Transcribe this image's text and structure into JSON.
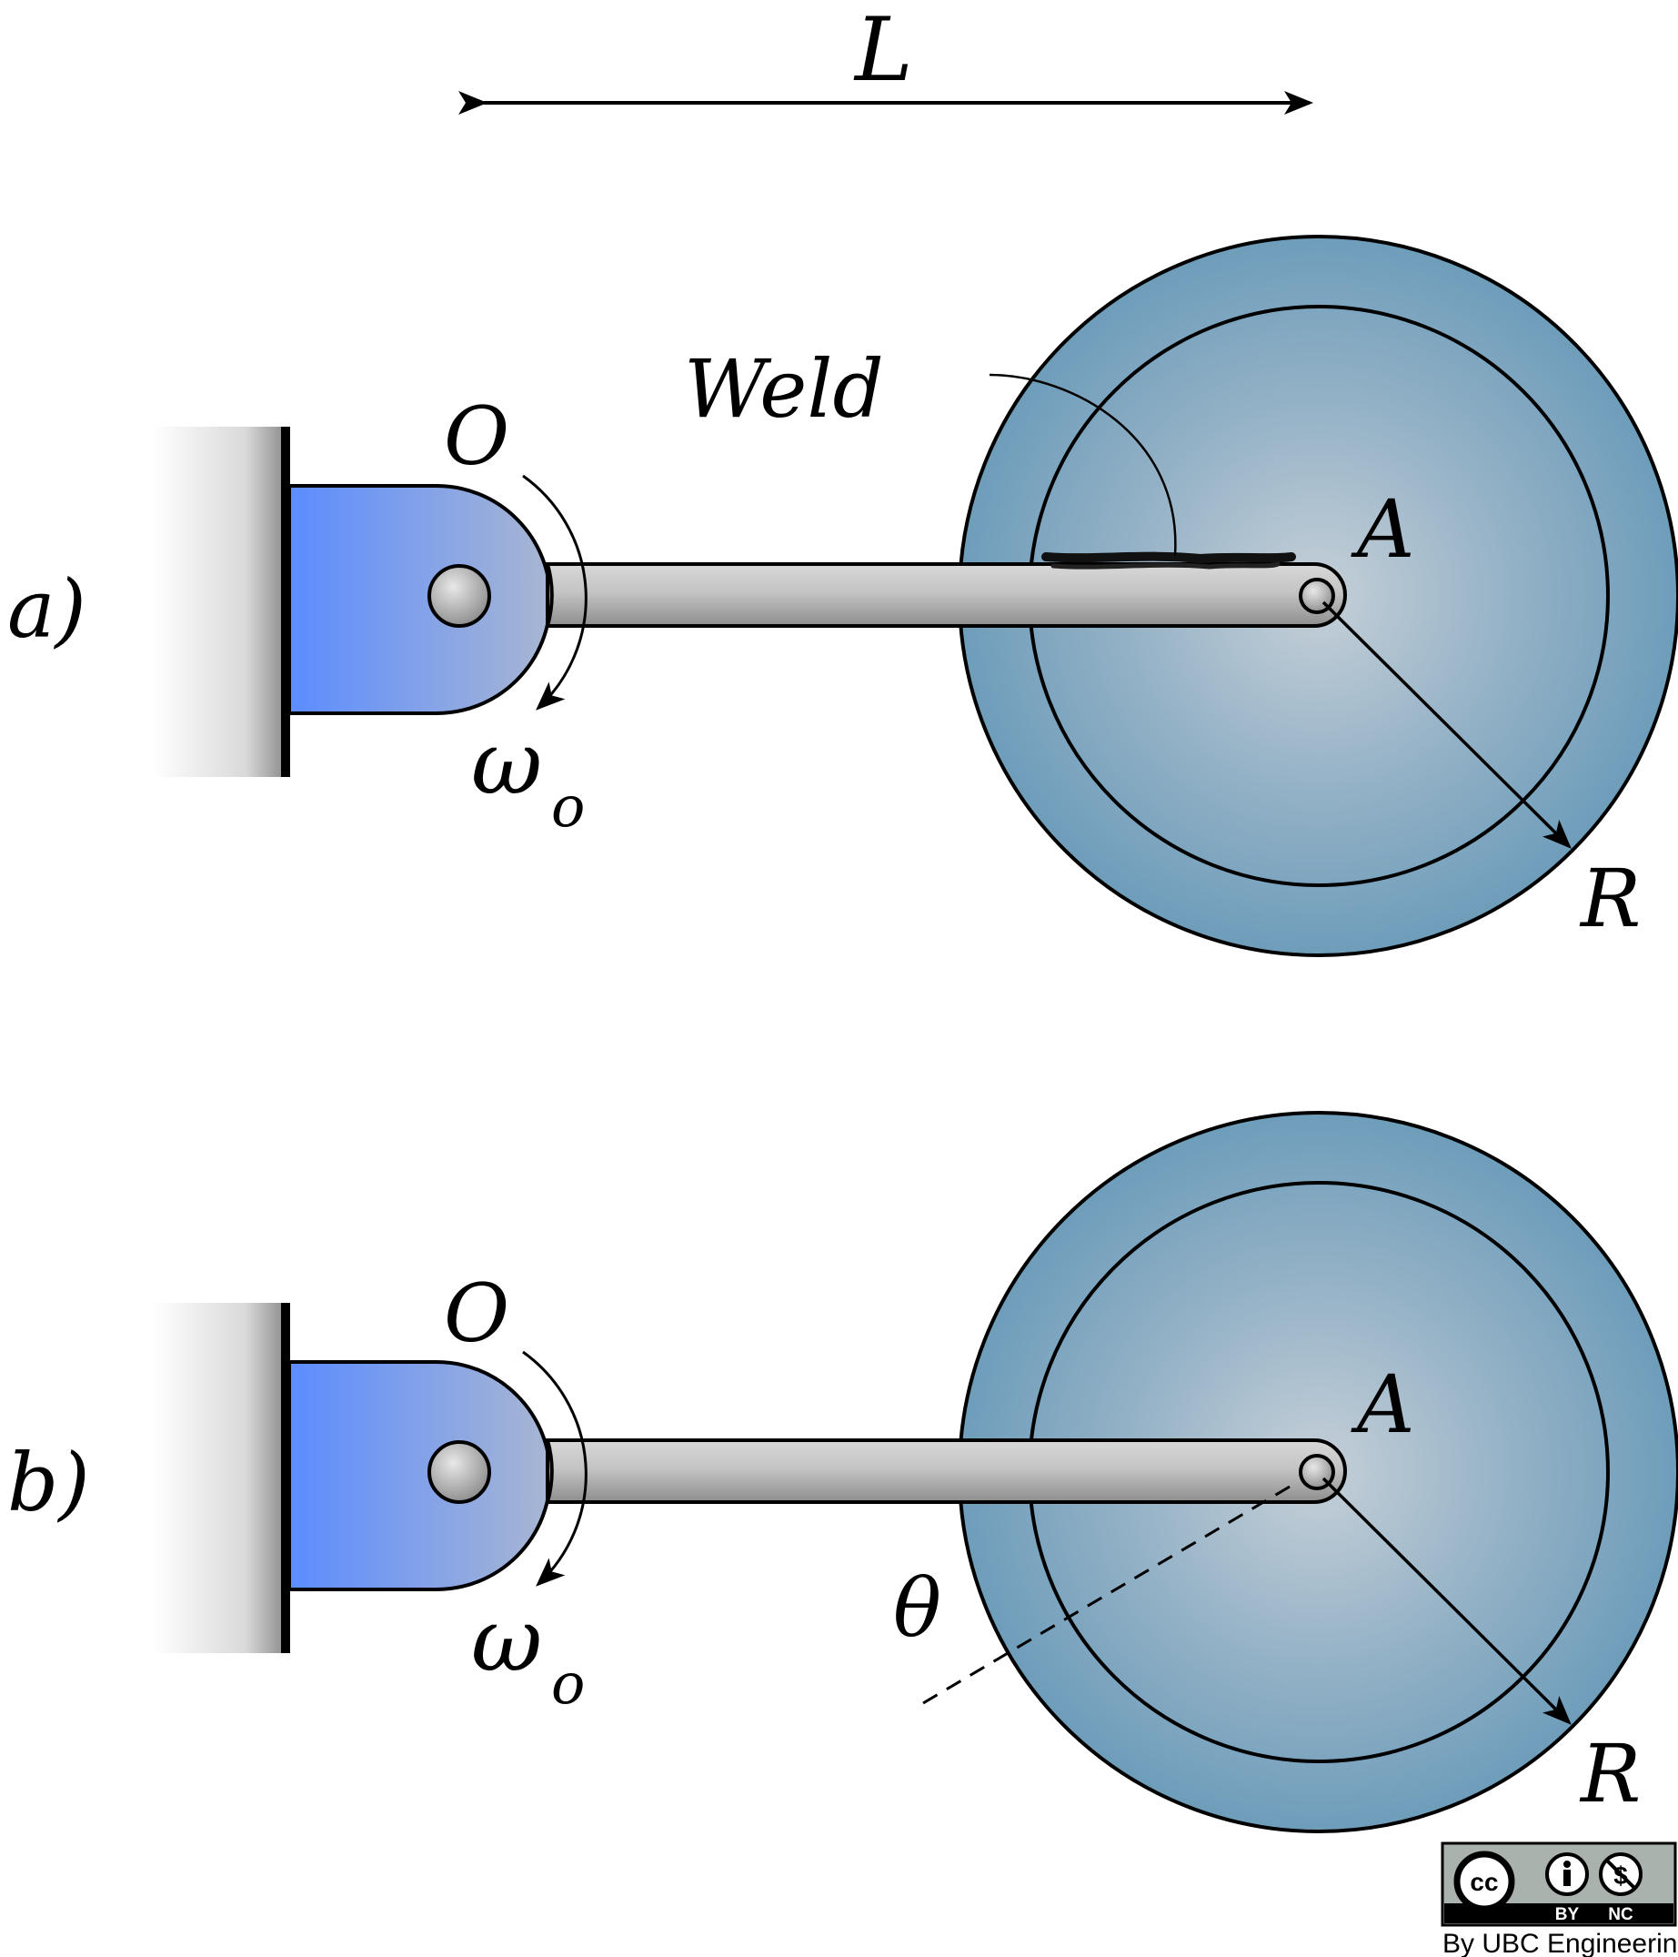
{
  "labels": {
    "length": "L",
    "weld": "Weld",
    "pivot": "O",
    "center": "A",
    "radius": "R",
    "angular_velocity": "ω",
    "angular_velocity_sub": "o",
    "angle": "θ"
  },
  "panels": [
    {
      "tag": "a)"
    },
    {
      "tag": "b)"
    }
  ],
  "license": {
    "cc": "cc",
    "by": "BY",
    "nc": "NC",
    "credit": "By UBC Engineering"
  },
  "colors": {
    "disk_outer": "#6f9ebb",
    "disk_center": "#c4ced6",
    "bracket_left": "#5b8cff",
    "bracket_right": "#a2b2d2",
    "rod": "#b9b9b9",
    "wall": "#e0e0e0",
    "outline": "#000000"
  }
}
